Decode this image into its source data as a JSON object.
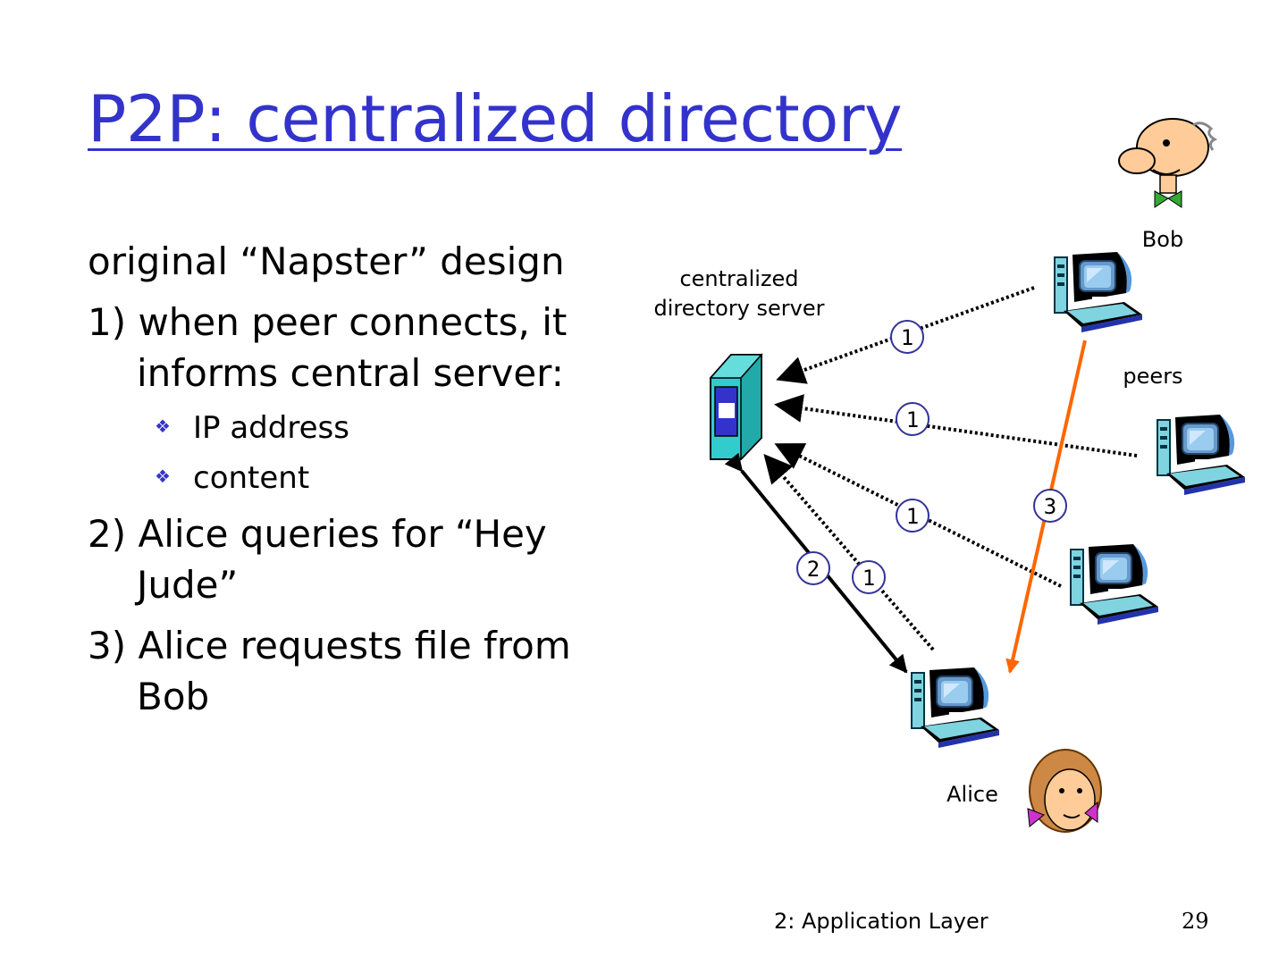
{
  "slide": {
    "title": "P2P: centralized directory",
    "footer": "2: Application Layer",
    "page_number": "29"
  },
  "bullets": [
    {
      "level": 1,
      "text": "original “Napster” design"
    },
    {
      "level": 1,
      "text": "1) when peer connects, it informs central server:"
    },
    {
      "level": 2,
      "text": "IP address"
    },
    {
      "level": 2,
      "text": "content"
    },
    {
      "level": 1,
      "text": "2) Alice queries for “Hey Jude”"
    },
    {
      "level": 1,
      "text": "3) Alice requests file from Bob"
    }
  ],
  "diagram": {
    "server_label_line1": "centralized",
    "server_label_line2": "directory server",
    "bob_label": "Bob",
    "peers_label": "peers",
    "alice_label": "Alice",
    "step_labels": [
      "1",
      "1",
      "1",
      "1",
      "2",
      "3"
    ],
    "colors": {
      "title": "#3333cc",
      "bullet_marker": "#3333cc",
      "step_circle": "#333399",
      "request_arrow": "#ff6600",
      "server": "#33cccc"
    }
  }
}
